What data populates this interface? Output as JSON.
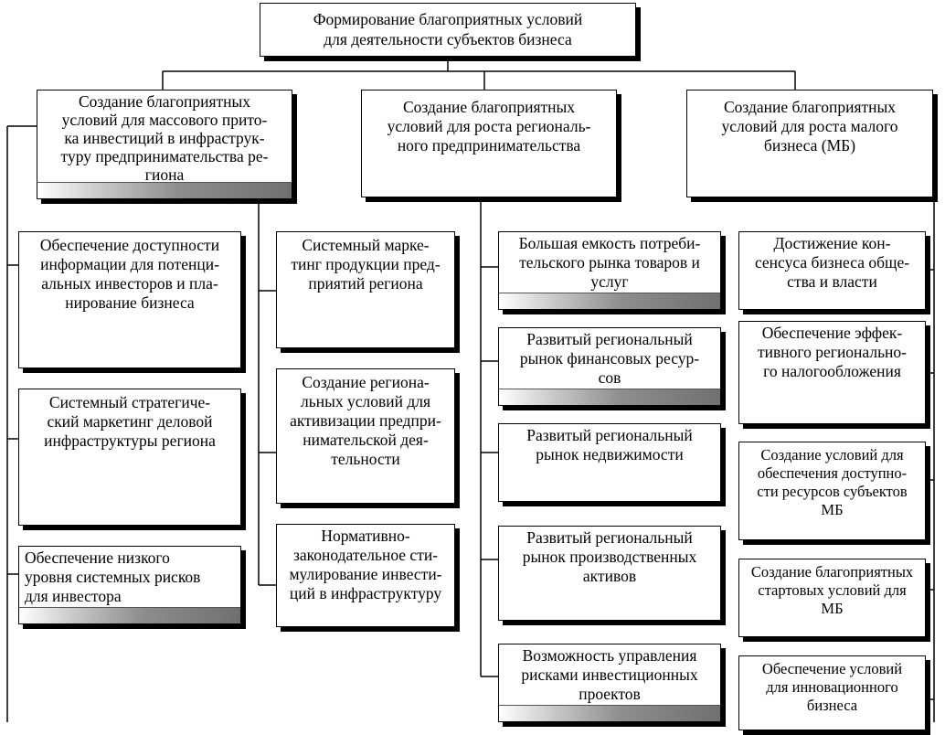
{
  "root": "Формирование благоприятных условий\nдля деятельности субъектов бизнеса",
  "branches": [
    "Создание благоприятных\nусловий для массового прито-\nка инвестиций в инфраструк-\nтуру предпринимательства ре-\nгиона",
    "Создание благоприятных\nусловий для роста региональ-\nного предпринимательства",
    "Создание благоприятных\nусловий для роста малого\nбизнеса (МБ)"
  ],
  "col_left": [
    "Обеспечение доступности\nинформации для потенци-\nальных инвесторов и пла-\nнирование бизнеса",
    "Системный стратегиче-\nский маркетинг деловой\nинфраструктуры региона",
    "Обеспечение низкого\nуровня системных рисков\nдля инвестора"
  ],
  "col_midleft": [
    "Системный марке-\nтинг продукции пред-\nприятий региона",
    "Создание регионa-\nльных условий для\nактивизации предпри-\nнимательской дея-\nтельности",
    "Нормативно-\nзаконодательное сти-\nмулирование инвести-\nций в инфраструктуру"
  ],
  "col_midright": [
    "Большая емкость потреби-\nтельского рынка товаров и\nуслуг",
    "Развитый региональный\nрынок финансовых ресур-\nсов",
    "Развитый региональный\nрынок недвижимости",
    "Развитый региональный\nрынок производственных\nактивов",
    "Возможность управления\nрисками инвестиционных\nпроектов"
  ],
  "col_right": [
    "Достижение кон-\nсенсуса бизнеса обще-\nства и власти",
    "Обеспечение эффек-\nтивного регионально-\nго налогообложения",
    "Создание условий для\nобеспечения доступно-\nсти ресурсов субъектов\nМБ",
    "Создание благоприятных\nстартовых условий для\nМБ",
    "Обеспечение условий\nдля инновационного\nбизнеса"
  ]
}
